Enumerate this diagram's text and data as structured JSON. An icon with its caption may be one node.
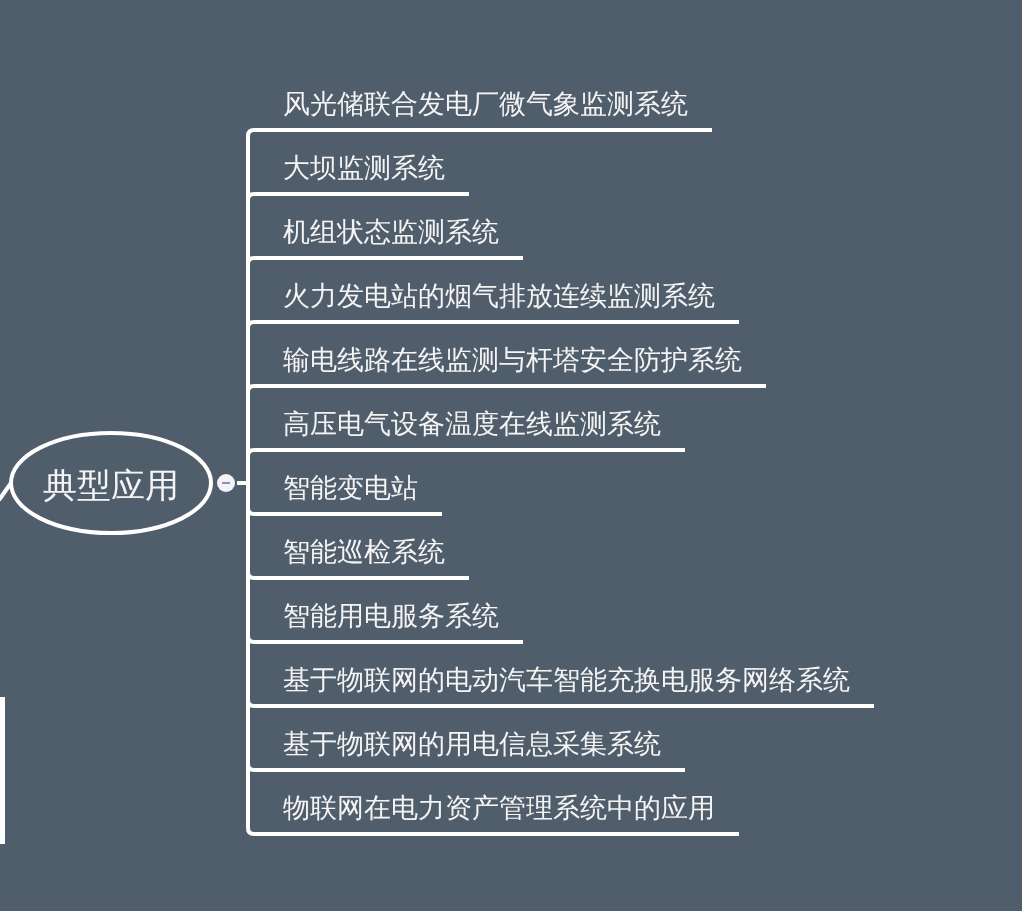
{
  "diagram": {
    "nodes": [
      {
        "text": [
          "典型应用"
        ]
      },
      {
        "text": [
          "风光储联合发电厂微气象监测系统"
        ]
      },
      {
        "text": [
          "大坝监测系统"
        ]
      },
      {
        "text": [
          "机组状态监测系统"
        ]
      },
      {
        "text": [
          "火力发电站的烟气排放连续监测系统"
        ]
      },
      {
        "text": [
          "输电线路在线监测与杆塔安全防护系统"
        ]
      },
      {
        "text": [
          "高压电气设备温度在线监测系统"
        ]
      },
      {
        "text": [
          "智能变电站"
        ]
      },
      {
        "text": [
          "智能巡检系统"
        ]
      },
      {
        "text": [
          "智能用电服务系统"
        ]
      },
      {
        "text": [
          "基于物联网的电动汽车智能充换电服务网络系统"
        ]
      },
      {
        "text": [
          "基于物联网的用电信息采集系统"
        ]
      },
      {
        "text": [
          "物联网在电力资产管理系统中的应用"
        ]
      }
    ],
    "edges": [
      {
        "from": null,
        "to": 0,
        "arrow": "none"
      },
      {
        "from": 0,
        "to": 1,
        "arrow": "none"
      },
      {
        "from": 0,
        "to": 2,
        "arrow": "none"
      },
      {
        "from": 0,
        "to": 3,
        "arrow": "none"
      },
      {
        "from": 0,
        "to": 4,
        "arrow": "none"
      },
      {
        "from": 0,
        "to": 5,
        "arrow": "none"
      },
      {
        "from": 0,
        "to": 6,
        "arrow": "none"
      },
      {
        "from": 0,
        "to": 7,
        "arrow": "none"
      },
      {
        "from": 0,
        "to": 8,
        "arrow": "none"
      },
      {
        "from": 0,
        "to": 9,
        "arrow": "none"
      },
      {
        "from": 0,
        "to": 10,
        "arrow": "none"
      },
      {
        "from": 0,
        "to": 11,
        "arrow": "none"
      },
      {
        "from": 0,
        "to": 12,
        "arrow": "none"
      }
    ]
  }
}
